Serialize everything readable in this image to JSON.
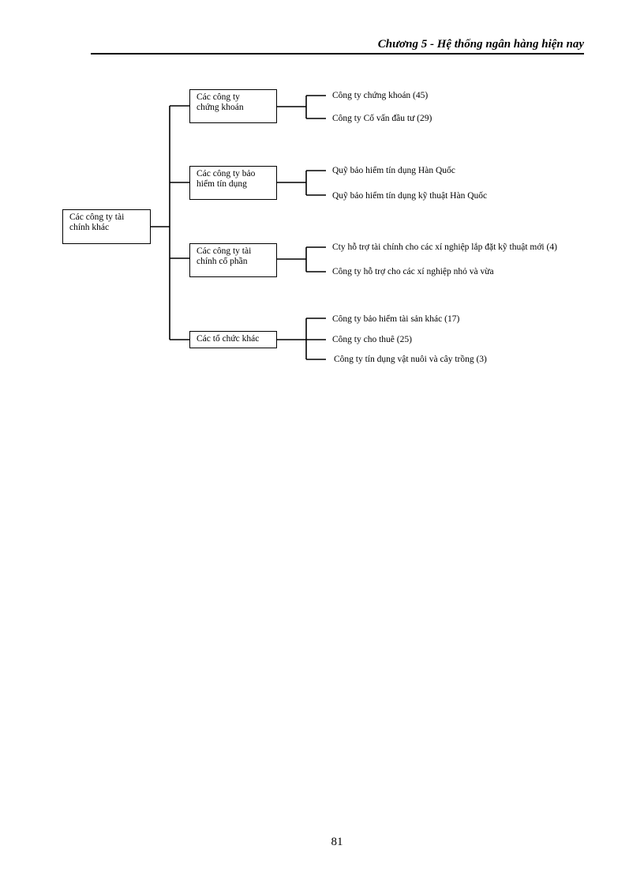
{
  "header": {
    "title": "Chương 5 - Hệ thống ngân hàng hiện nay"
  },
  "diagram": {
    "root": "Các công ty tài\nchính khác",
    "categories": [
      {
        "label": "Các công ty\nchứng khoán",
        "children": [
          "Công ty chứng khoán (45)",
          "Công ty Cố vấn đầu tư (29)"
        ]
      },
      {
        "label": "Các công ty bảo\nhiểm tín dụng",
        "children": [
          "Quỹ bảo hiểm tín dụng Hàn Quốc",
          "Quỹ bảo hiểm tín dụng kỹ thuật Hàn Quốc"
        ]
      },
      {
        "label": "Các công ty tài\nchính cổ phần",
        "children": [
          "Cty hỗ trợ tài chính cho các xí nghiệp lắp đặt kỹ thuật mới (4)",
          "Công ty hỗ trợ cho các xí nghiệp nhỏ và vừa"
        ]
      },
      {
        "label": "Các tổ chức khác",
        "children": [
          "Công ty bảo hiểm tài sản khác (17)",
          "Công ty cho thuê (25)",
          "Công ty tín dụng vật nuôi và cây trồng (3)"
        ]
      }
    ]
  },
  "footer": {
    "page_number": "81"
  }
}
